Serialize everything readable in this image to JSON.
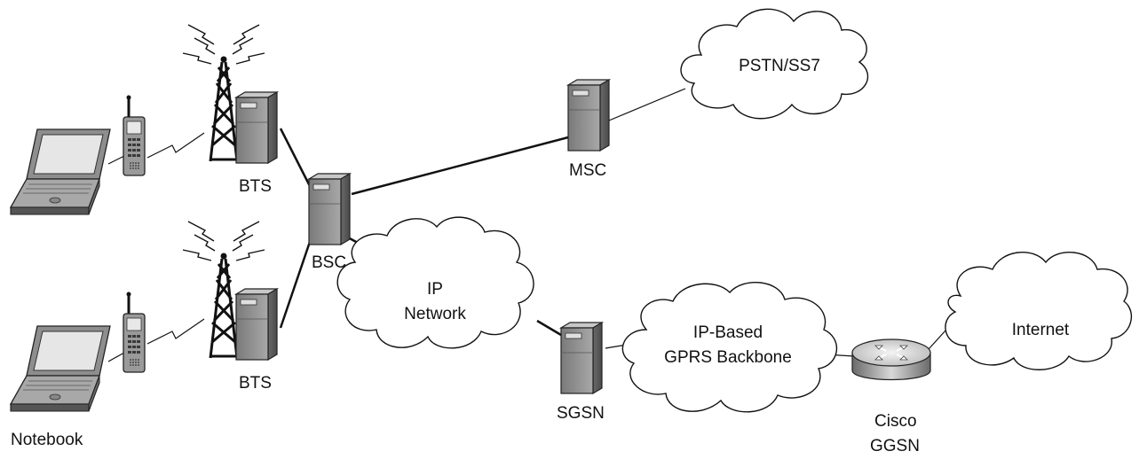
{
  "diagram": {
    "labels": {
      "bts_top": "BTS",
      "bts_bottom": "BTS",
      "bsc": "BSC",
      "msc": "MSC",
      "sgsn": "SGSN",
      "ggsn_line1": "Cisco",
      "ggsn_line2": "GGSN",
      "notebook": "Notebook"
    },
    "clouds": {
      "pstn": "PSTN/SS7",
      "ip_network_line1": "IP",
      "ip_network_line2": "Network",
      "gprs_line1": "IP-Based",
      "gprs_line2": "GPRS Backbone",
      "internet": "Internet"
    }
  }
}
